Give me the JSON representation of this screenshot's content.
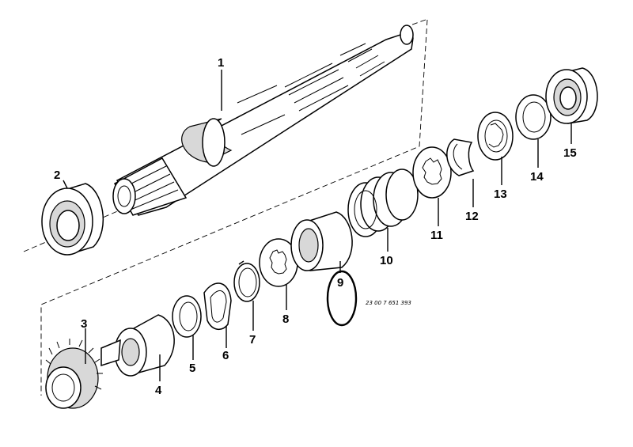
{
  "diagram": {
    "callouts": [
      {
        "id": "p1",
        "text": "1"
      },
      {
        "id": "p2",
        "text": "2"
      },
      {
        "id": "p3",
        "text": "3"
      },
      {
        "id": "p4",
        "text": "4"
      },
      {
        "id": "p5",
        "text": "5"
      },
      {
        "id": "p6",
        "text": "6"
      },
      {
        "id": "p7",
        "text": "7"
      },
      {
        "id": "p8",
        "text": "8"
      },
      {
        "id": "p9",
        "text": "9"
      },
      {
        "id": "p10",
        "text": "10"
      },
      {
        "id": "p11",
        "text": "11"
      },
      {
        "id": "p12",
        "text": "12"
      },
      {
        "id": "p13",
        "text": "13"
      },
      {
        "id": "p14",
        "text": "14"
      },
      {
        "id": "p15",
        "text": "15"
      }
    ],
    "drawing_code": "23 00 7 651 393",
    "highlighted_part": "9"
  }
}
